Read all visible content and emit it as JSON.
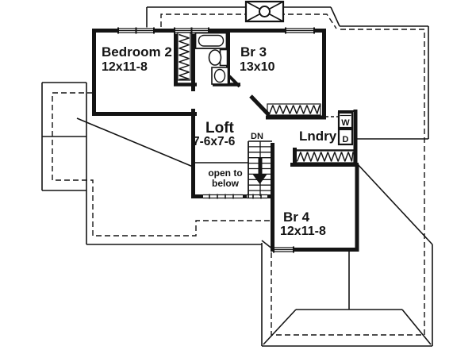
{
  "plan": {
    "rooms": {
      "bedroom2": {
        "name": "Bedroom 2",
        "dims": "12x11-8"
      },
      "br3": {
        "name": "Br 3",
        "dims": "13x10"
      },
      "loft": {
        "name": "Loft",
        "dims": "7-6x7-6"
      },
      "lndry": {
        "name": "Lndry"
      },
      "br4": {
        "name": "Br 4",
        "dims": "12x11-8"
      }
    },
    "labels": {
      "stairs_down": "DN",
      "open_below_line1": "open to",
      "open_below_line2": "below",
      "washer": "W",
      "dryer": "D"
    },
    "colors": {
      "ink": "#141414",
      "paper": "#ffffff"
    }
  }
}
